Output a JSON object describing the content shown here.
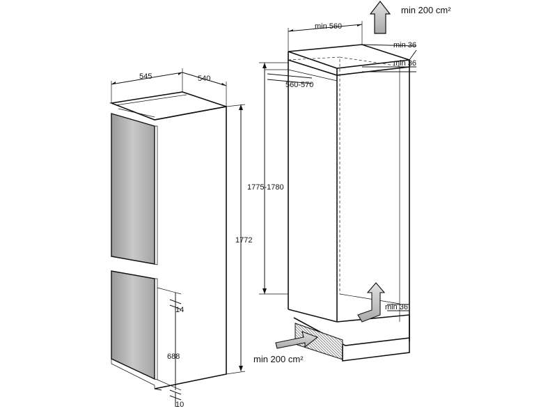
{
  "appliance": {
    "width": "545",
    "depth": "540",
    "height": "1772",
    "lower_door_gap": "14",
    "lower_door_height": "688",
    "bottom_clearance": "10"
  },
  "niche": {
    "width": "min 560",
    "top_gap": "min 36",
    "rear_gap": "min 36",
    "inner_width": "560-570",
    "height": "1775-1780",
    "bottom_gap": "min 36"
  },
  "ventilation": {
    "top_area": "min 200 cm²",
    "bottom_area": "min 200 cm²"
  },
  "colors": {
    "line": "#111111",
    "door_fill": "#b4b4b4",
    "arrow_fill": "#cfcfcf"
  }
}
